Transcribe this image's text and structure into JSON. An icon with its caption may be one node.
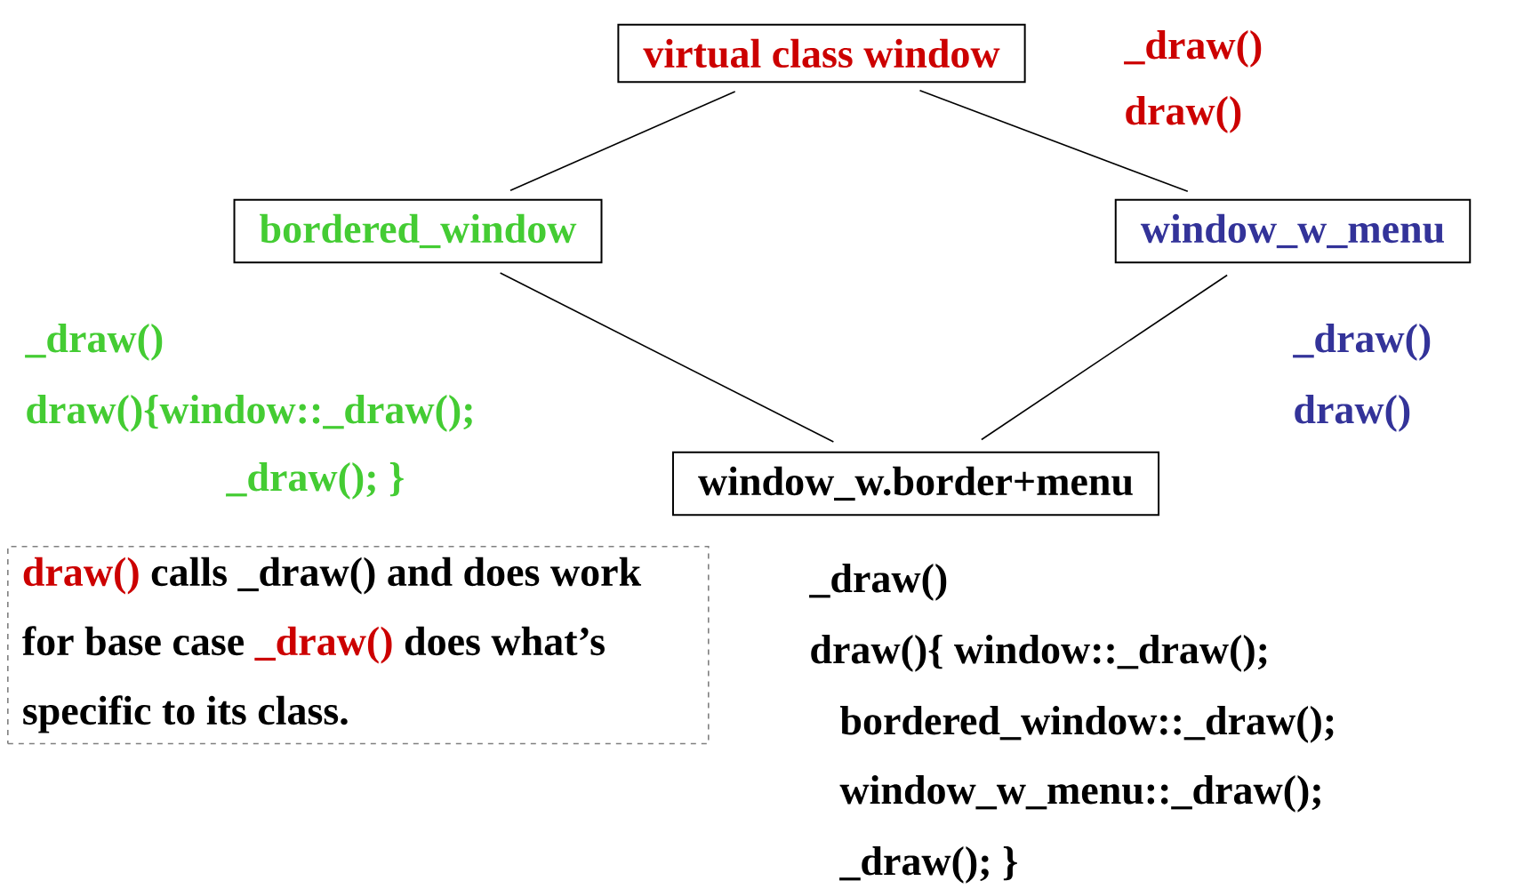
{
  "diagram": {
    "nodes": [
      {
        "text": [
          "virtual class window"
        ],
        "beside": [
          "_draw()",
          "draw()"
        ]
      },
      {
        "text": [
          "bordered_window"
        ],
        "beside": [
          "_draw()",
          "draw(){window::_draw();",
          "_draw(); }"
        ]
      },
      {
        "text": [
          "window_w_menu"
        ],
        "beside": [
          "_draw()",
          "draw()"
        ]
      },
      {
        "text": [
          "window_w.border+menu"
        ],
        "beside": [
          "_draw()",
          "draw(){ window::_draw();",
          "bordered_window::_draw();",
          "window_w_menu::_draw();",
          "_draw(); }"
        ]
      },
      {
        "text": [
          "draw()",
          "calls _draw() and does work for base case",
          "_draw()",
          "does what’s specific to its class."
        ]
      }
    ],
    "edges": [
      {
        "from": 0,
        "to": 1,
        "arrow": "none"
      },
      {
        "from": 0,
        "to": 2,
        "arrow": "none"
      },
      {
        "from": 1,
        "to": 3,
        "arrow": "none"
      },
      {
        "from": 2,
        "to": 3,
        "arrow": "none"
      }
    ]
  }
}
